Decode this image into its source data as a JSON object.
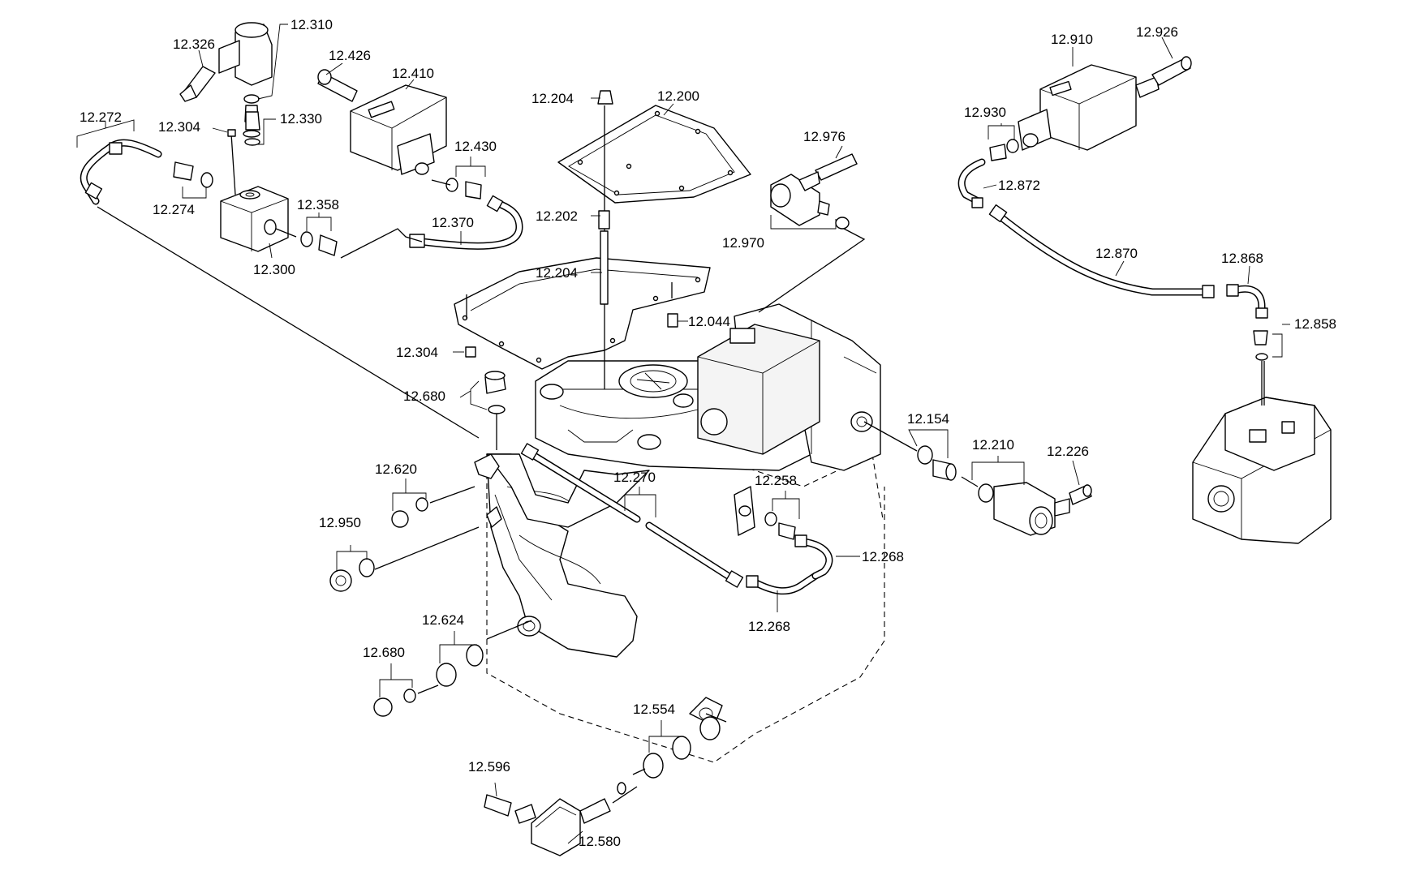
{
  "callouts": [
    {
      "id": "12.310",
      "label": "12.310"
    },
    {
      "id": "12.326",
      "label": "12.326"
    },
    {
      "id": "12.426",
      "label": "12.426"
    },
    {
      "id": "12.410",
      "label": "12.410"
    },
    {
      "id": "12.272",
      "label": "12.272"
    },
    {
      "id": "12.304-a",
      "label": "12.304"
    },
    {
      "id": "12.330",
      "label": "12.330"
    },
    {
      "id": "12.430",
      "label": "12.430"
    },
    {
      "id": "12.274",
      "label": "12.274"
    },
    {
      "id": "12.358",
      "label": "12.358"
    },
    {
      "id": "12.370",
      "label": "12.370"
    },
    {
      "id": "12.300",
      "label": "12.300"
    },
    {
      "id": "12.204-a",
      "label": "12.204"
    },
    {
      "id": "12.200",
      "label": "12.200"
    },
    {
      "id": "12.202",
      "label": "12.202"
    },
    {
      "id": "12.204-b",
      "label": "12.204"
    },
    {
      "id": "12.044",
      "label": "12.044"
    },
    {
      "id": "12.304-b",
      "label": "12.304"
    },
    {
      "id": "12.976",
      "label": "12.976"
    },
    {
      "id": "12.970",
      "label": "12.970"
    },
    {
      "id": "12.910",
      "label": "12.910"
    },
    {
      "id": "12.926",
      "label": "12.926"
    },
    {
      "id": "12.930",
      "label": "12.930"
    },
    {
      "id": "12.872",
      "label": "12.872"
    },
    {
      "id": "12.870",
      "label": "12.870"
    },
    {
      "id": "12.868",
      "label": "12.868"
    },
    {
      "id": "12.858",
      "label": "12.858"
    },
    {
      "id": "12.680-a",
      "label": "12.680"
    },
    {
      "id": "12.154",
      "label": "12.154"
    },
    {
      "id": "12.210",
      "label": "12.210"
    },
    {
      "id": "12.226",
      "label": "12.226"
    },
    {
      "id": "12.620",
      "label": "12.620"
    },
    {
      "id": "12.270",
      "label": "12.270"
    },
    {
      "id": "12.258",
      "label": "12.258"
    },
    {
      "id": "12.950",
      "label": "12.950"
    },
    {
      "id": "12.268-a",
      "label": "12.268"
    },
    {
      "id": "12.268-b",
      "label": "12.268"
    },
    {
      "id": "12.624",
      "label": "12.624"
    },
    {
      "id": "12.680-b",
      "label": "12.680"
    },
    {
      "id": "12.554",
      "label": "12.554"
    },
    {
      "id": "12.596",
      "label": "12.596"
    },
    {
      "id": "12.580",
      "label": "12.580"
    }
  ]
}
